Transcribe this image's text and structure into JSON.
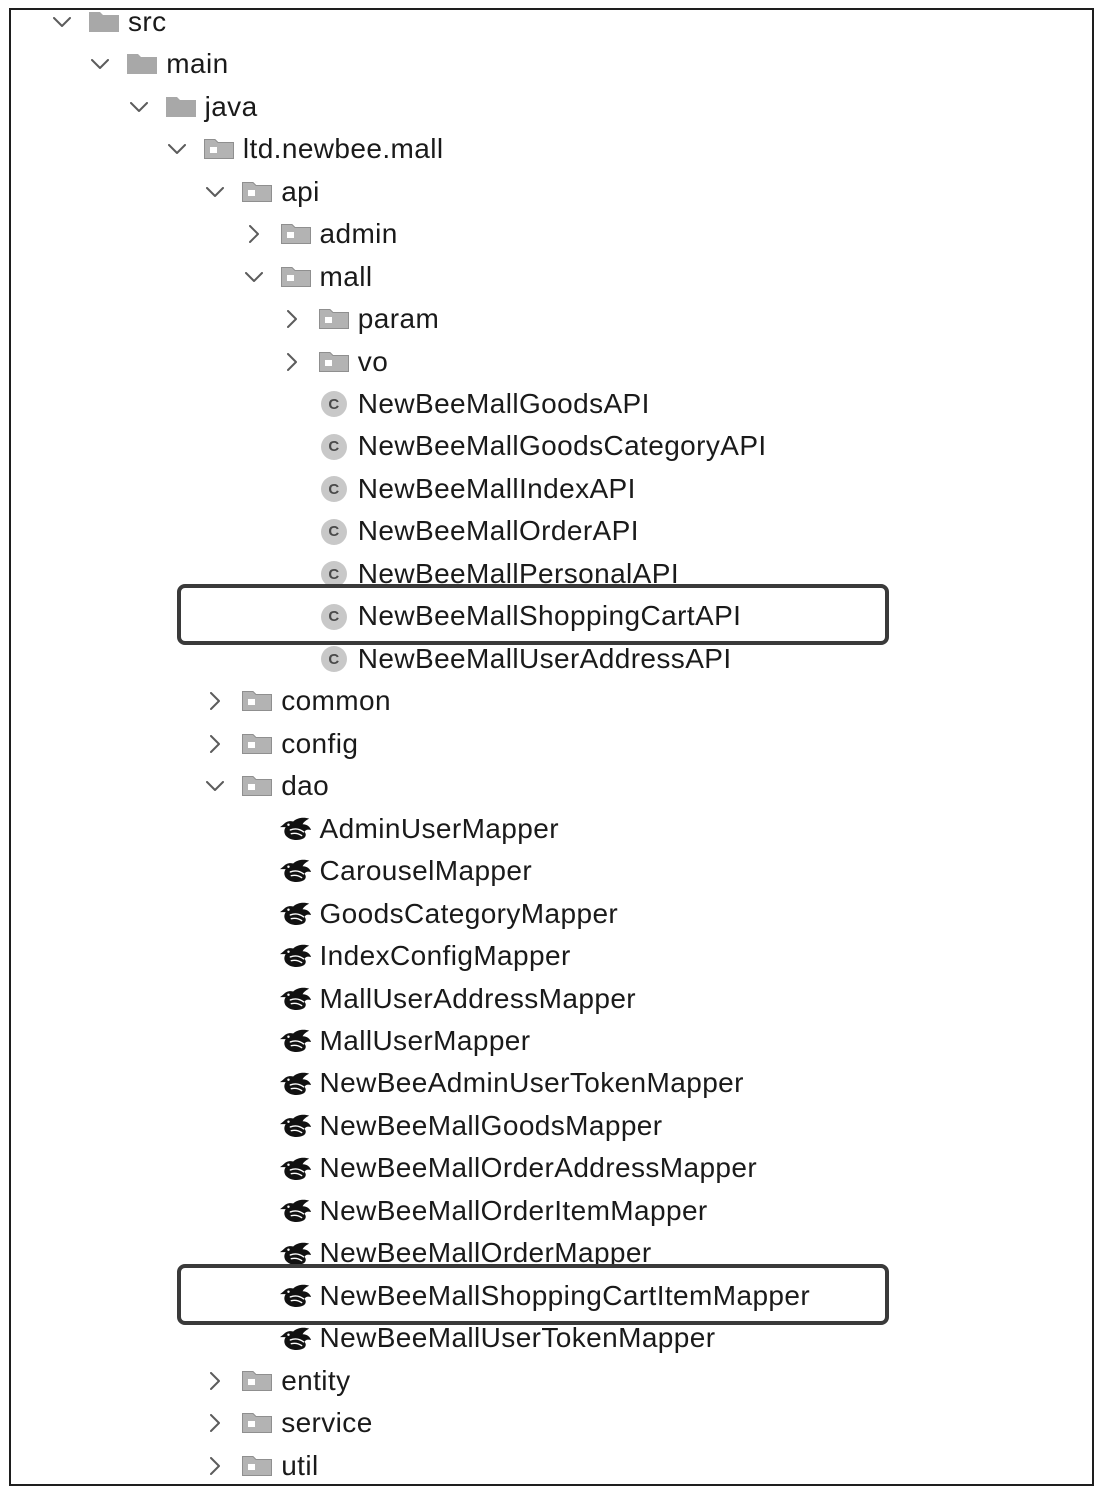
{
  "class_icon_letter": "C",
  "colors": {
    "text": "#1a1a1a",
    "chevron": "#5c5c5c",
    "folder": "#a8a8a8",
    "package_fill": "#b3b3b3",
    "package_stroke": "#8f8f8f",
    "class_badge": "#c8c8c8",
    "class_letter": "#4a4a4a",
    "mapper_icon": "#111111",
    "highlight_border": "#3a3a3a",
    "frame": "#1e1e1e"
  },
  "tree": [
    {
      "label": "src",
      "icon": "folder-icon",
      "state": "expanded",
      "children": [
        {
          "label": "main",
          "icon": "folder-icon",
          "state": "expanded",
          "children": [
            {
              "label": "java",
              "icon": "folder-icon",
              "state": "expanded",
              "children": [
                {
                  "label": "ltd.newbee.mall",
                  "icon": "package-icon",
                  "state": "expanded",
                  "children": [
                    {
                      "label": "api",
                      "icon": "package-icon",
                      "state": "expanded",
                      "children": [
                        {
                          "label": "admin",
                          "icon": "package-icon",
                          "state": "collapsed"
                        },
                        {
                          "label": "mall",
                          "icon": "package-icon",
                          "state": "expanded",
                          "children": [
                            {
                              "label": "param",
                              "icon": "package-icon",
                              "state": "collapsed"
                            },
                            {
                              "label": "vo",
                              "icon": "package-icon",
                              "state": "collapsed"
                            },
                            {
                              "label": "NewBeeMallGoodsAPI",
                              "icon": "class-icon"
                            },
                            {
                              "label": "NewBeeMallGoodsCategoryAPI",
                              "icon": "class-icon"
                            },
                            {
                              "label": "NewBeeMallIndexAPI",
                              "icon": "class-icon"
                            },
                            {
                              "label": "NewBeeMallOrderAPI",
                              "icon": "class-icon"
                            },
                            {
                              "label": "NewBeeMallPersonalAPI",
                              "icon": "class-icon"
                            },
                            {
                              "label": "NewBeeMallShoppingCartAPI",
                              "icon": "class-icon",
                              "highlighted": true
                            },
                            {
                              "label": "NewBeeMallUserAddressAPI",
                              "icon": "class-icon"
                            }
                          ]
                        }
                      ]
                    },
                    {
                      "label": "common",
                      "icon": "package-icon",
                      "state": "collapsed"
                    },
                    {
                      "label": "config",
                      "icon": "package-icon",
                      "state": "collapsed"
                    },
                    {
                      "label": "dao",
                      "icon": "package-icon",
                      "state": "expanded",
                      "children": [
                        {
                          "label": "AdminUserMapper",
                          "icon": "mybatis-mapper-icon"
                        },
                        {
                          "label": "CarouselMapper",
                          "icon": "mybatis-mapper-icon"
                        },
                        {
                          "label": "GoodsCategoryMapper",
                          "icon": "mybatis-mapper-icon"
                        },
                        {
                          "label": "IndexConfigMapper",
                          "icon": "mybatis-mapper-icon"
                        },
                        {
                          "label": "MallUserAddressMapper",
                          "icon": "mybatis-mapper-icon"
                        },
                        {
                          "label": "MallUserMapper",
                          "icon": "mybatis-mapper-icon"
                        },
                        {
                          "label": "NewBeeAdminUserTokenMapper",
                          "icon": "mybatis-mapper-icon"
                        },
                        {
                          "label": "NewBeeMallGoodsMapper",
                          "icon": "mybatis-mapper-icon"
                        },
                        {
                          "label": "NewBeeMallOrderAddressMapper",
                          "icon": "mybatis-mapper-icon"
                        },
                        {
                          "label": "NewBeeMallOrderItemMapper",
                          "icon": "mybatis-mapper-icon"
                        },
                        {
                          "label": "NewBeeMallOrderMapper",
                          "icon": "mybatis-mapper-icon"
                        },
                        {
                          "label": "NewBeeMallShoppingCartItemMapper",
                          "icon": "mybatis-mapper-icon",
                          "highlighted": true
                        },
                        {
                          "label": "NewBeeMallUserTokenMapper",
                          "icon": "mybatis-mapper-icon"
                        }
                      ]
                    },
                    {
                      "label": "entity",
                      "icon": "package-icon",
                      "state": "collapsed"
                    },
                    {
                      "label": "service",
                      "icon": "package-icon",
                      "state": "collapsed"
                    },
                    {
                      "label": "util",
                      "icon": "package-icon",
                      "state": "collapsed"
                    }
                  ]
                }
              ]
            }
          ]
        }
      ]
    }
  ]
}
